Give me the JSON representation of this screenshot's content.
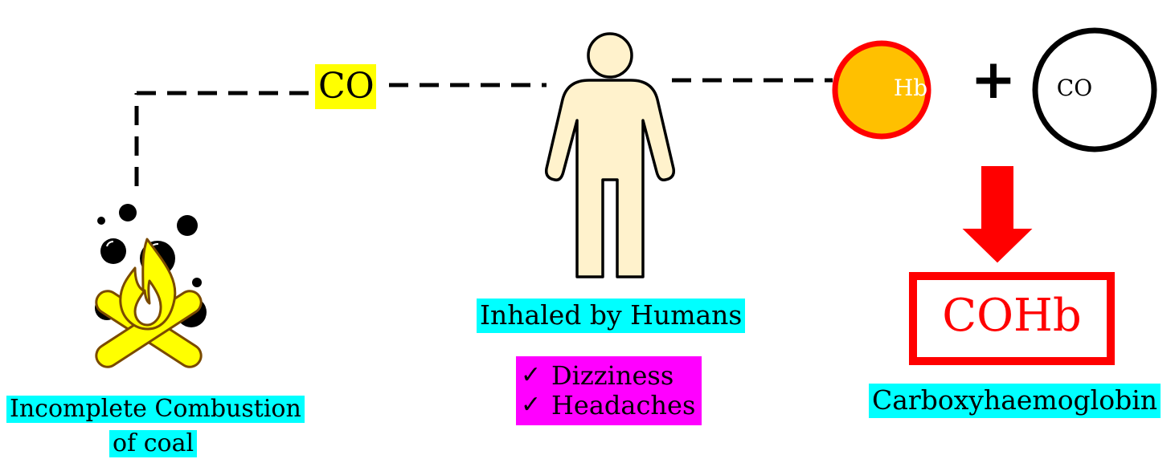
{
  "labels": {
    "co": "CO",
    "inhaled": "Inhaled by Humans",
    "symptoms": [
      "Dizziness",
      "Headaches"
    ],
    "tick": "✓",
    "combustion_line1": "Incomplete Combustion",
    "combustion_line2": "of coal",
    "hb": "Hb",
    "plus": "+",
    "co_circle": "CO",
    "cohb": "COHb",
    "carboxy": "Carboxyhaemoglobin"
  },
  "colors": {
    "highlight_cyan": "#00ffff",
    "highlight_yellow": "#ffff00",
    "highlight_magenta": "#ff00ff",
    "hb_fill": "#ffc000",
    "red": "#ff0000",
    "person_fill": "#fff2cc",
    "flame": "#ffff00"
  },
  "icons": [
    "fire-icon",
    "smoke-bubbles-icon",
    "person-icon",
    "down-arrow-icon"
  ]
}
